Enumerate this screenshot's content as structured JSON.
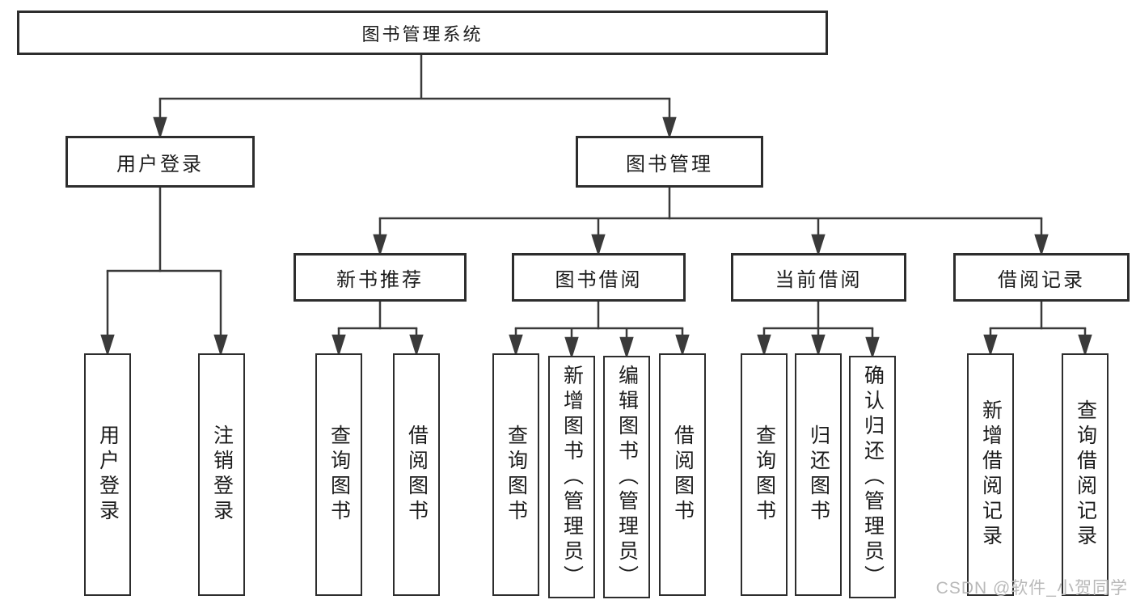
{
  "tree": {
    "label": "图书管理系统",
    "children": [
      {
        "label": "用户登录",
        "children": [
          {
            "label": "用户登录"
          },
          {
            "label": "注销登录"
          }
        ]
      },
      {
        "label": "图书管理",
        "children": [
          {
            "label": "新书推荐",
            "children": [
              {
                "label": "查询图书"
              },
              {
                "label": "借阅图书"
              }
            ]
          },
          {
            "label": "图书借阅",
            "children": [
              {
                "label": "查询图书"
              },
              {
                "label": "新增图书（管理员）"
              },
              {
                "label": "编辑图书（管理员）"
              },
              {
                "label": "借阅图书"
              }
            ]
          },
          {
            "label": "当前借阅",
            "children": [
              {
                "label": "查询图书"
              },
              {
                "label": "归还图书"
              },
              {
                "label": "确认归还（管理员）"
              }
            ]
          },
          {
            "label": "借阅记录",
            "children": [
              {
                "label": "新增借阅记录"
              },
              {
                "label": "查询借阅记录"
              }
            ]
          }
        ]
      }
    ]
  },
  "watermark": {
    "text": "CSDN @软件_小贺同学"
  },
  "colors": {
    "background": "#ffffff",
    "box_border": "#2d2d2d",
    "line": "#3a3a3a",
    "text": "#1c1c1c",
    "watermark": "#b9b9b9"
  }
}
